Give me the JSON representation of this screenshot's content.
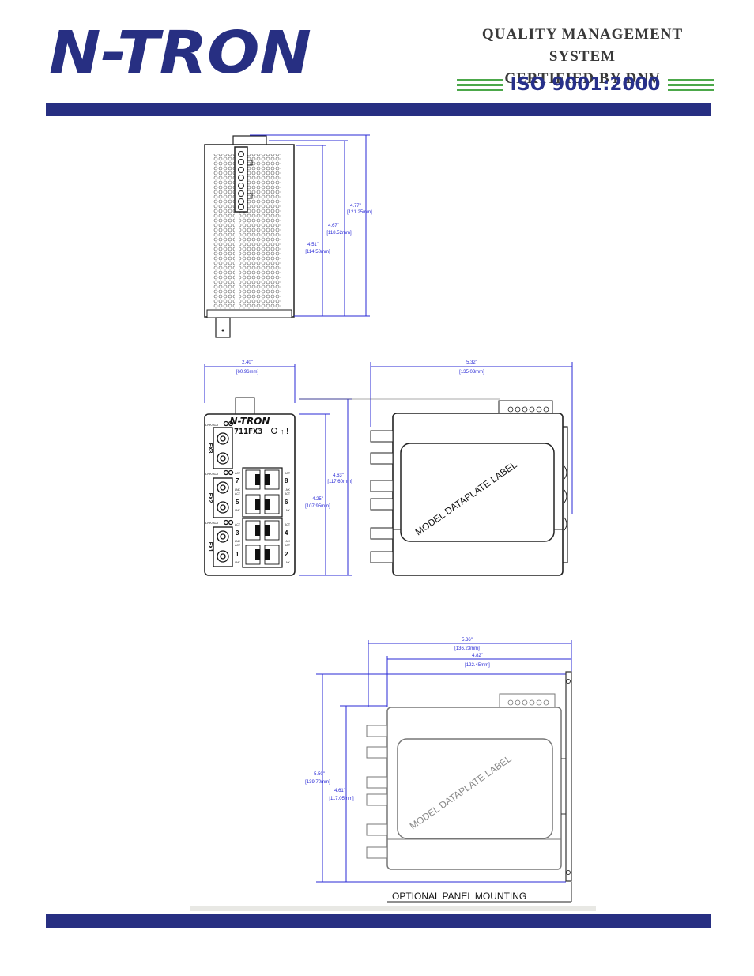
{
  "header": {
    "logo_text": "N-TRON",
    "qms_line1": "QUALITY MANAGEMENT SYSTEM",
    "qms_line2": "CERTIFIED BY DNV",
    "iso": "ISO 9001:2000"
  },
  "colors": {
    "brand_navy": "#272f82",
    "iso_green": "#4ca84a",
    "dim_blue": "#2a2ad6"
  },
  "top_view": {
    "dims": [
      {
        "in": "4.77\"",
        "mm": "[121.25mm]"
      },
      {
        "in": "4.67\"",
        "mm": "[118.52mm]"
      },
      {
        "in": "4.51\"",
        "mm": "[114.58mm]"
      }
    ]
  },
  "front_view": {
    "width_in": "2.40\"",
    "width_mm": "[60.96mm]",
    "height1_in": "4.63\"",
    "height1_mm": "[117.60mm]",
    "height2_in": "4.25\"",
    "height2_mm": "[107.95mm]",
    "brand": "N-TRON",
    "model": "711FX3",
    "fx_labels": [
      "FX3",
      "FX2",
      "FX1"
    ],
    "lnk_act": "LNK/ACT",
    "ports": [
      "7",
      "8",
      "5",
      "6",
      "3",
      "4",
      "1",
      "2"
    ],
    "act": "ACT",
    "lnk": "LNK"
  },
  "side_view": {
    "depth_in": "5.32\"",
    "depth_mm": "[135.03mm]",
    "label": "MODEL DATAPLATE LABEL"
  },
  "panel_view": {
    "depth1_in": "5.36\"",
    "depth1_mm": "[136.23mm]",
    "depth2_in": "4.82\"",
    "depth2_mm": "[122.45mm]",
    "height1_in": "5.50\"",
    "height1_mm": "[139.70mm]",
    "height2_in": "4.61\"",
    "height2_mm": "[117.05mm]",
    "label": "MODEL DATAPLATE LABEL",
    "caption": "OPTIONAL PANEL MOUNTING"
  }
}
